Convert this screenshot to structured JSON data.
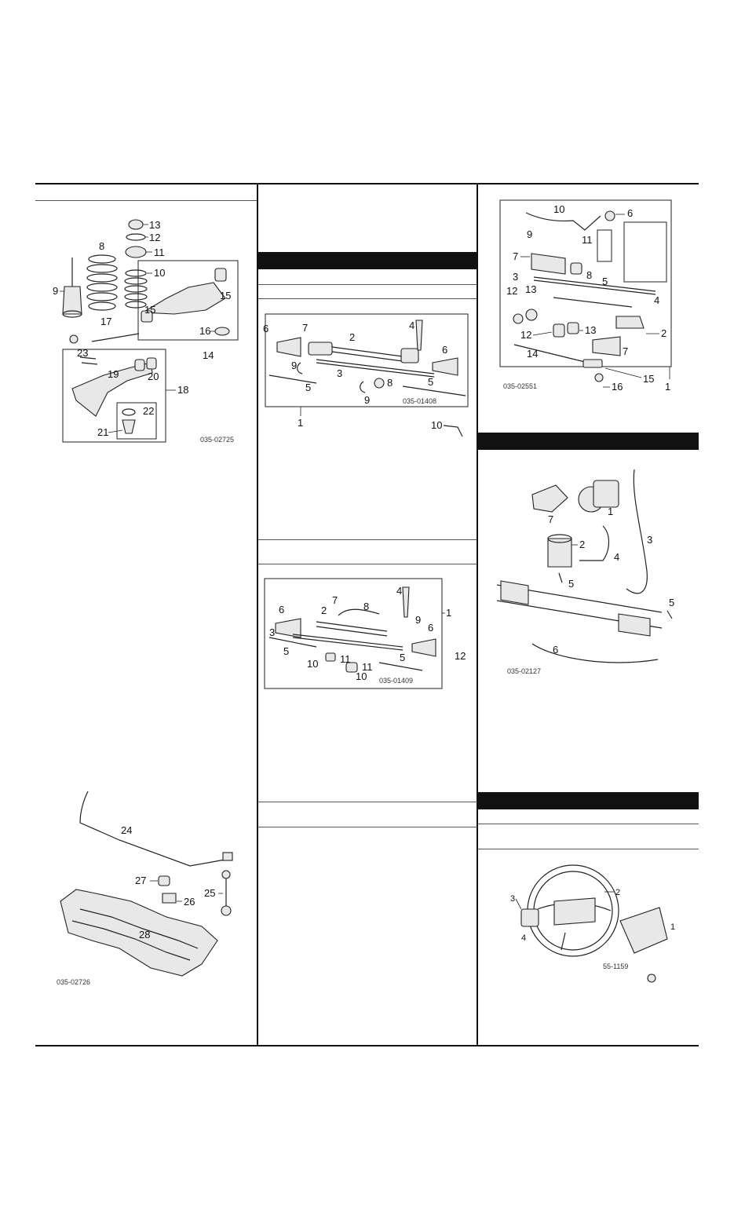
{
  "figures": {
    "front_suspension": {
      "caption": "035-02725",
      "labels": [
        "13",
        "12",
        "11",
        "8",
        "10",
        "9",
        "17",
        "15",
        "15",
        "16",
        "14",
        "23",
        "19",
        "20",
        "18",
        "22",
        "21"
      ]
    },
    "stabilizer": {
      "caption": "035-02726",
      "labels": [
        "24",
        "27",
        "26",
        "25",
        "28"
      ]
    },
    "steering_rack_a": {
      "caption": "035-01408",
      "labels": [
        "6",
        "7",
        "2",
        "4",
        "9",
        "3",
        "6",
        "5",
        "9",
        "8",
        "5",
        "1",
        "10"
      ]
    },
    "steering_rack_b": {
      "caption": "035-01409",
      "labels": [
        "6",
        "7",
        "2",
        "8",
        "4",
        "1",
        "9",
        "3",
        "5",
        "10",
        "11",
        "5",
        "6",
        "10",
        "11",
        "12"
      ]
    },
    "steering_rack_c": {
      "caption": "035-02551",
      "labels": [
        "10",
        "6",
        "9",
        "11",
        "7",
        "5",
        "8",
        "3",
        "4",
        "12",
        "13",
        "2",
        "12",
        "13",
        "7",
        "14",
        "16",
        "15",
        "1"
      ]
    },
    "power_steering": {
      "caption": "035-02127",
      "labels": [
        "7",
        "1",
        "3",
        "2",
        "4",
        "5",
        "5",
        "6"
      ]
    },
    "steering_wheel": {
      "caption": "55-1159",
      "labels": [
        "3",
        "2",
        "4",
        "1"
      ]
    }
  }
}
